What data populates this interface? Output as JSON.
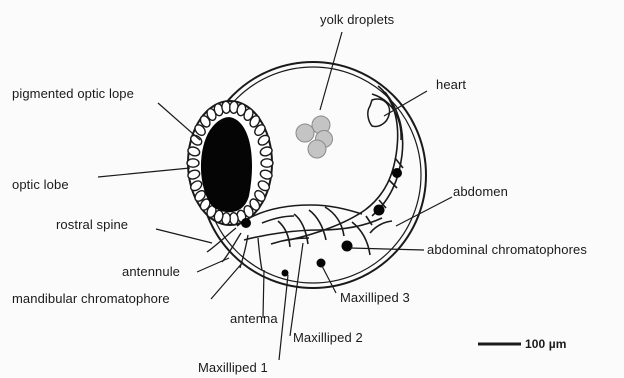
{
  "labels": {
    "yolk_droplets": "yolk droplets",
    "heart": "heart",
    "pigmented_optic_lope": "pigmented optic lope",
    "optic_lobe": "optic lobe",
    "abdomen": "abdomen",
    "rostral_spine": "rostral spine",
    "abdominal_chromatophores": "abdominal chromatophores",
    "antennule": "antennule",
    "mandibular_chromatophore": "mandibular chromatophore",
    "maxilliped_3": "Maxilliped 3",
    "antenna": "antenna",
    "maxilliped_2": "Maxilliped 2",
    "maxilliped_1": "Maxilliped 1"
  },
  "scale_bar": {
    "label": "100 µm"
  },
  "colors": {
    "ink": "#1a1a1a",
    "background": "#fbfbfb",
    "yolk": "#bdbdbd"
  }
}
